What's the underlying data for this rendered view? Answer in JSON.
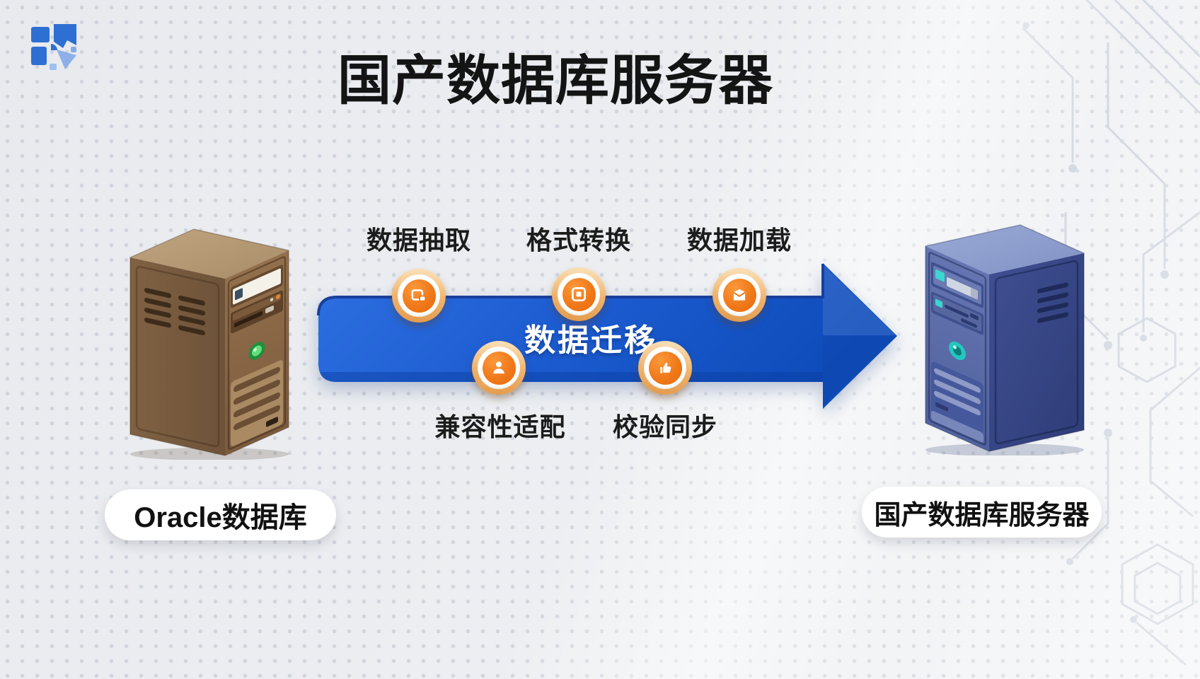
{
  "title": "国产数据库服务器",
  "flow": {
    "migration_label": "数据迁移",
    "steps": [
      {
        "label": "数据抽取",
        "icon": "data-extract-icon",
        "position": "top"
      },
      {
        "label": "格式转换",
        "icon": "format-convert-icon",
        "position": "top"
      },
      {
        "label": "数据加载",
        "icon": "data-load-icon",
        "position": "top"
      },
      {
        "label": "兼容性适配",
        "icon": "compatibility-icon",
        "position": "bottom"
      },
      {
        "label": "校验同步",
        "icon": "verify-sync-icon",
        "position": "bottom"
      }
    ]
  },
  "source_server": {
    "label": "Oracle数据库",
    "style": "brown-tower"
  },
  "target_server": {
    "label": "国产数据库服务器",
    "style": "blue-tower"
  },
  "colors": {
    "arrow_blue": "#1a5bd0",
    "arrow_edge_navy": "#1a3f9b",
    "icon_orange": "#ee7514",
    "icon_ring_peach": "#f0b269",
    "background": "#e9ebee",
    "title_text": "#141414",
    "migration_text": "#ffffff",
    "source_accent_green": "#46d06a",
    "target_accent_teal": "#35d4c8"
  }
}
